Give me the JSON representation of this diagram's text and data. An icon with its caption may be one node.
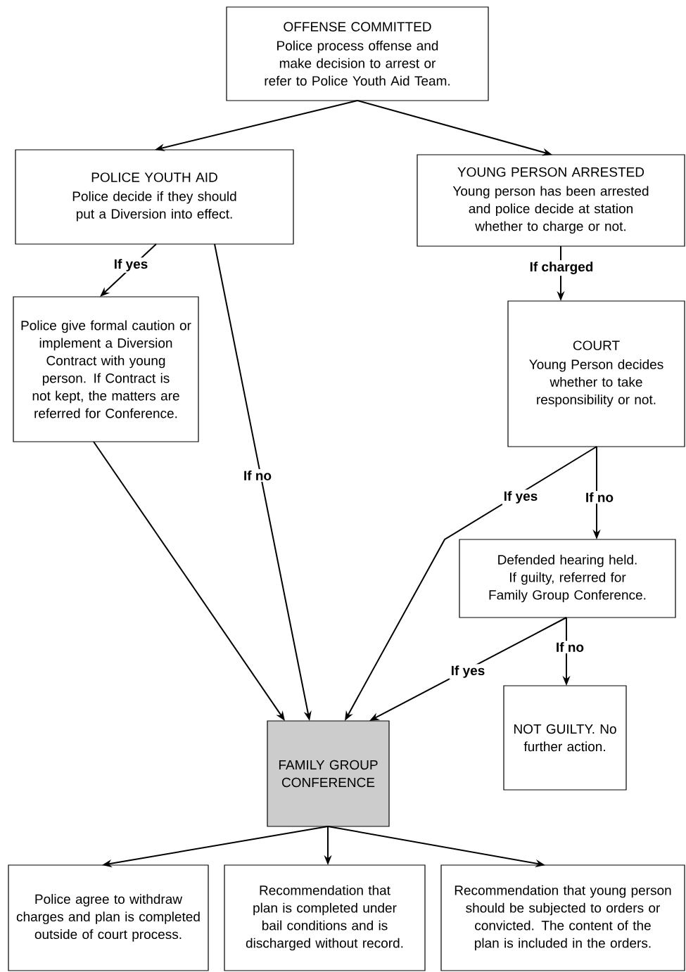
{
  "diagram": {
    "nodes": [
      {
        "text": [
          "OFFENSE COMMITTED",
          "Police process offense and make decision to arrest or refer to Police Youth Aid Team."
        ]
      },
      {
        "text": [
          "POLICE YOUTH AID",
          "Police decide if they should put a Diversion into effect."
        ]
      },
      {
        "text": [
          "YOUNG PERSON ARRESTED",
          "Young person has been arrested and police decide at station whether to charge or not."
        ]
      },
      {
        "text": [
          "Police give formal caution or implement a Diversion Contract with young person. If Contract is not kept, the matters are referred for Conference."
        ]
      },
      {
        "text": [
          "COURT",
          "Young Person decides whether to take responsibility or not."
        ]
      },
      {
        "text": [
          "Defended hearing held. If guilty, referred for Family Group Conference."
        ]
      },
      {
        "text": [
          "FAMILY GROUP CONFERENCE"
        ]
      },
      {
        "text": [
          "NOT GUILTY. No further action."
        ]
      },
      {
        "text": [
          "Police agree to withdraw charges and plan is completed outside of court process."
        ]
      },
      {
        "text": [
          "Recommendation that plan is completed under bail conditions and is discharged without record."
        ]
      },
      {
        "text": [
          "Recommendation that young person should be subjected to orders or convicted. The content of the plan is included in the orders."
        ]
      }
    ],
    "edges": [
      {
        "from": 0,
        "to": 1,
        "arrow": "to"
      },
      {
        "from": 0,
        "to": 2,
        "arrow": "to"
      },
      {
        "from": 1,
        "to": 3,
        "arrow": "to",
        "label": "If yes"
      },
      {
        "from": 1,
        "to": 6,
        "arrow": "to",
        "label": "If no"
      },
      {
        "from": 3,
        "to": 6,
        "arrow": "to"
      },
      {
        "from": 2,
        "to": 4,
        "arrow": "to",
        "label": "If charged"
      },
      {
        "from": 4,
        "to": 6,
        "arrow": "to",
        "label": "If yes"
      },
      {
        "from": 4,
        "to": 5,
        "arrow": "to",
        "label": "If no"
      },
      {
        "from": 5,
        "to": 6,
        "arrow": "to",
        "label": "If yes"
      },
      {
        "from": 5,
        "to": 7,
        "arrow": "to",
        "label": "If no"
      },
      {
        "from": 6,
        "to": 8,
        "arrow": "to"
      },
      {
        "from": 6,
        "to": 9,
        "arrow": "to"
      },
      {
        "from": 6,
        "to": 10,
        "arrow": "to"
      }
    ]
  }
}
